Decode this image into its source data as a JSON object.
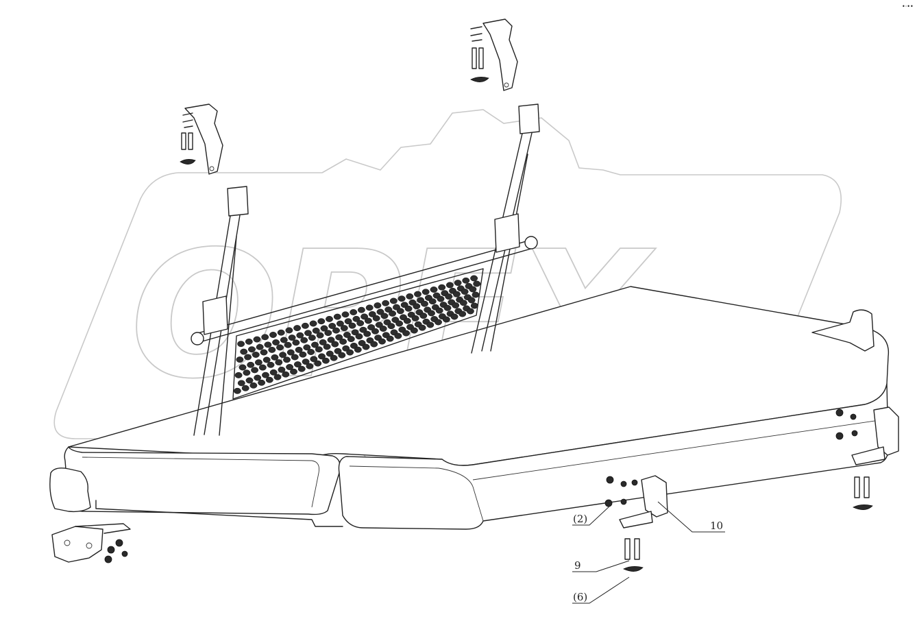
{
  "watermark": {
    "text": "OPEX"
  },
  "corner_mark": "•·••",
  "callouts": [
    {
      "id": "c-2",
      "label": "(2)"
    },
    {
      "id": "c-10",
      "label": "10"
    },
    {
      "id": "c-9",
      "label": "9"
    },
    {
      "id": "c-6",
      "label": "(6)"
    }
  ]
}
